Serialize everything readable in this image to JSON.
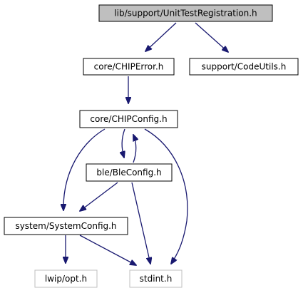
{
  "graph": {
    "nodes": [
      {
        "id": "unit-test-registration",
        "label": "lib/support/UnitTestRegistration.h",
        "style": "highlighted"
      },
      {
        "id": "chip-error",
        "label": "core/CHIPError.h",
        "style": "normal"
      },
      {
        "id": "code-utils",
        "label": "support/CodeUtils.h",
        "style": "normal"
      },
      {
        "id": "chip-config",
        "label": "core/CHIPConfig.h",
        "style": "normal"
      },
      {
        "id": "ble-config",
        "label": "ble/BleConfig.h",
        "style": "normal"
      },
      {
        "id": "system-config",
        "label": "system/SystemConfig.h",
        "style": "normal"
      },
      {
        "id": "lwip-opt",
        "label": "lwip/opt.h",
        "style": "missing"
      },
      {
        "id": "stdint",
        "label": "stdint.h",
        "style": "missing"
      }
    ],
    "edges": [
      {
        "from": "unit-test-registration",
        "to": "chip-error"
      },
      {
        "from": "unit-test-registration",
        "to": "code-utils"
      },
      {
        "from": "chip-error",
        "to": "chip-config"
      },
      {
        "from": "chip-config",
        "to": "ble-config"
      },
      {
        "from": "chip-config",
        "to": "system-config"
      },
      {
        "from": "chip-config",
        "to": "stdint"
      },
      {
        "from": "ble-config",
        "to": "chip-config"
      },
      {
        "from": "ble-config",
        "to": "system-config"
      },
      {
        "from": "ble-config",
        "to": "stdint"
      },
      {
        "from": "system-config",
        "to": "lwip-opt"
      },
      {
        "from": "system-config",
        "to": "stdint"
      }
    ],
    "colors": {
      "edge": "#191970",
      "highlighted_fill": "#bfbfbf",
      "node_border": "#000000",
      "missing_border": "#bfbfbf",
      "text": "#000000"
    }
  }
}
